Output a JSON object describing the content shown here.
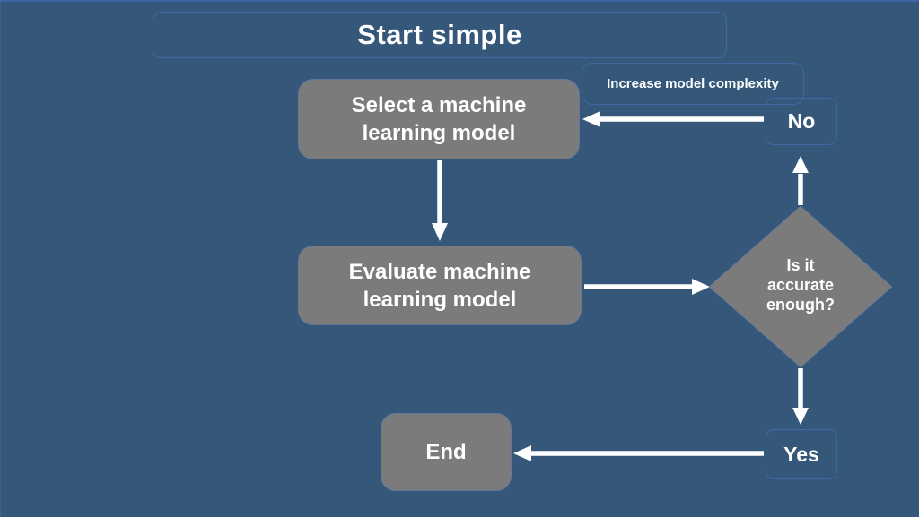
{
  "colors": {
    "background": "#35587A",
    "node_fill": "#7B7B7B",
    "node_text": "#FFFFFF",
    "arrow": "#FFFFFF",
    "placeholder_outline": "#4A73C4",
    "top_edge": "#3E64A4"
  },
  "title": {
    "text": "Start simple"
  },
  "annotation": {
    "text": "Increase model complexity"
  },
  "nodes": {
    "select": {
      "lines": [
        "Select a machine",
        "learning model"
      ]
    },
    "evaluate": {
      "lines": [
        "Evaluate machine",
        "learning model"
      ]
    },
    "decision": {
      "lines": [
        "Is it",
        "accurate",
        "enough?"
      ]
    },
    "end_node": {
      "label": "End"
    }
  },
  "edge_labels": {
    "no": "No",
    "yes": "Yes"
  }
}
